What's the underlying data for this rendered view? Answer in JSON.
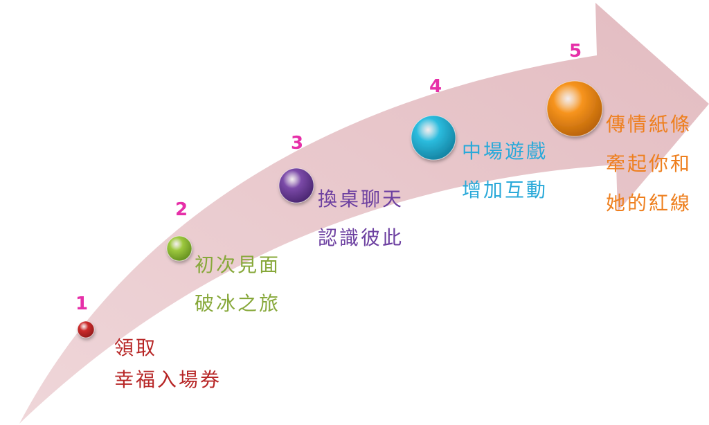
{
  "steps": [
    {
      "number": "1",
      "lines": [
        "領取",
        "幸福入場券"
      ],
      "color": "#cc2b2b",
      "text_color": "#b72626"
    },
    {
      "number": "2",
      "lines": [
        "初次見面",
        "破冰之旅"
      ],
      "color": "#9dc83e",
      "text_color": "#87a83a"
    },
    {
      "number": "3",
      "lines": [
        "換桌聊天",
        "認識彼此"
      ],
      "color": "#7b4aa8",
      "text_color": "#6c3fa0"
    },
    {
      "number": "4",
      "lines": [
        "中場遊戲",
        "增加互動"
      ],
      "color": "#2bbcde",
      "text_color": "#29a9d9"
    },
    {
      "number": "5",
      "lines": [
        "傳情紙條",
        "牽起你和",
        "她的紅線"
      ],
      "color": "#f7941d",
      "text_color": "#ee7f1e"
    }
  ],
  "number_color": "#e62fa8",
  "arrow_color": "#e8c4c8"
}
